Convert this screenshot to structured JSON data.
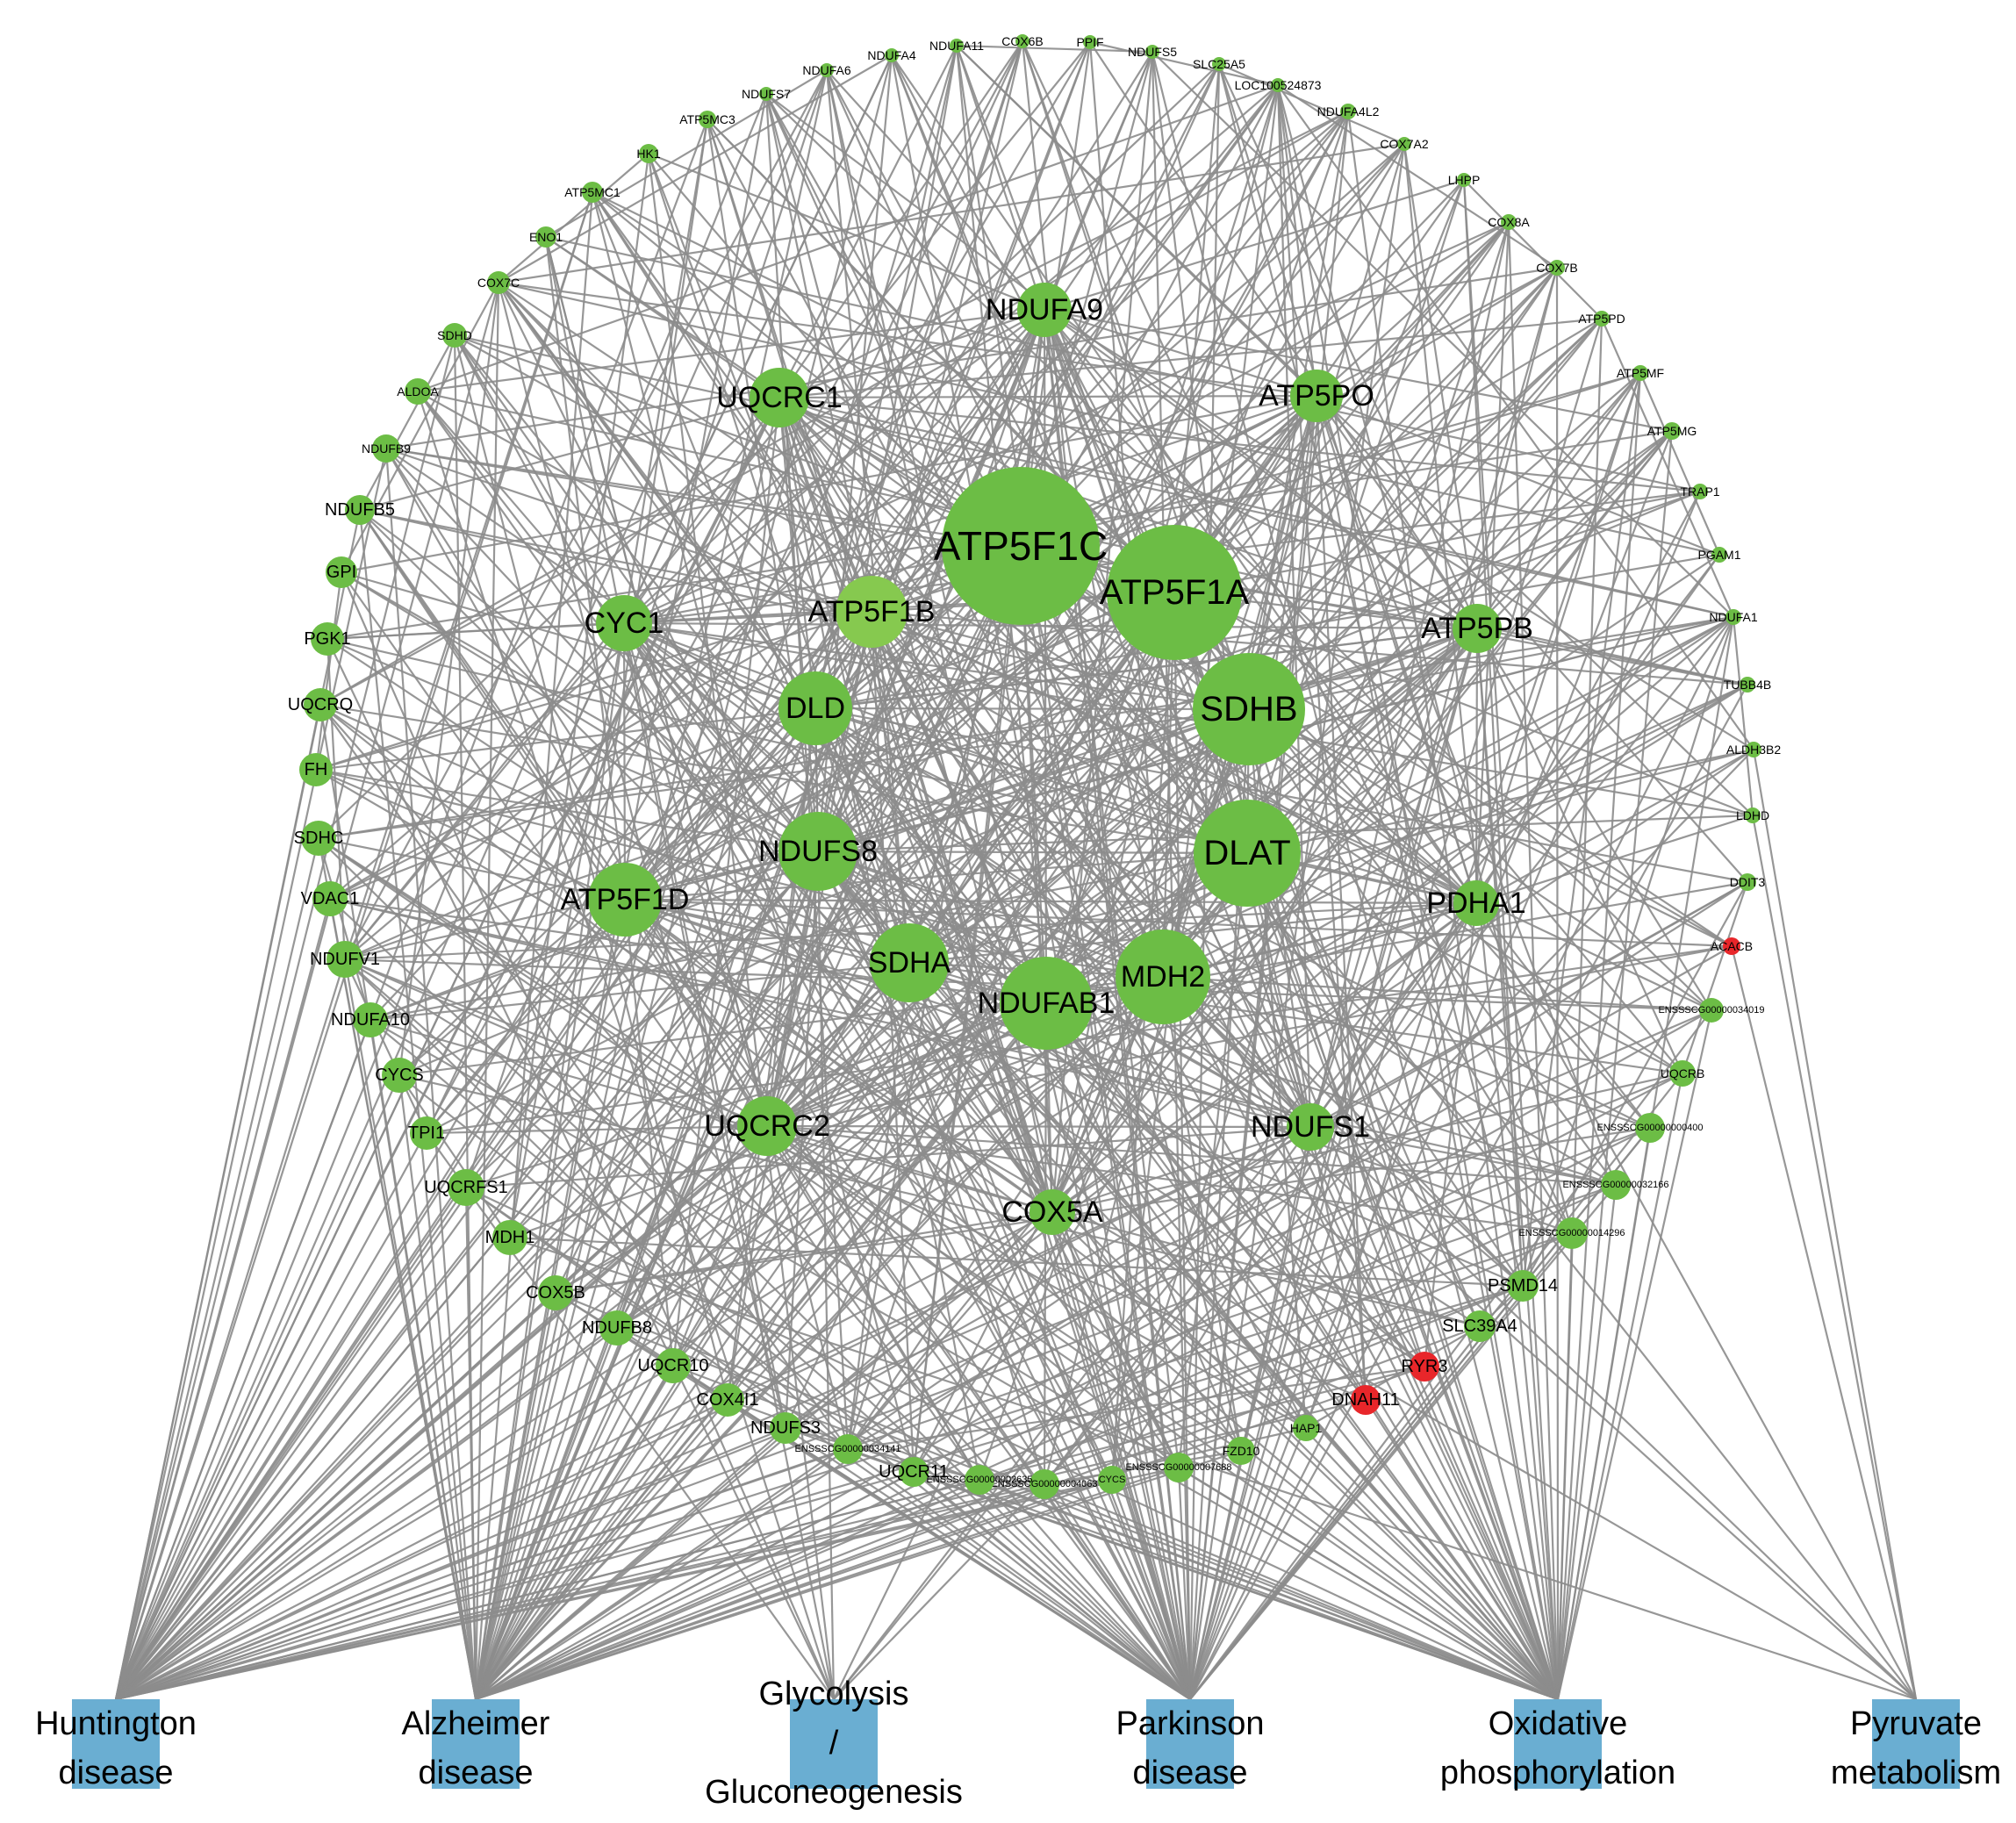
{
  "colors": {
    "gene": "#6cbd45",
    "gene_light": "#86c94f",
    "highlight": "#e8262a",
    "pathway": "#6aaed2",
    "edge": "#8c8c8c"
  },
  "pathways": [
    {
      "id": "huntington",
      "lines": [
        "Huntington",
        "disease"
      ]
    },
    {
      "id": "alzheimer",
      "lines": [
        "Alzheimer",
        "disease"
      ]
    },
    {
      "id": "glycolysis",
      "lines": [
        "Glycolysis",
        "/",
        "Gluconeogenesis"
      ]
    },
    {
      "id": "parkinson",
      "lines": [
        "Parkinson",
        "disease"
      ]
    },
    {
      "id": "oxphos",
      "lines": [
        "Oxidative",
        "phosphorylation"
      ]
    },
    {
      "id": "pyruvate",
      "lines": [
        "Pyruvate",
        "metabolism"
      ]
    }
  ],
  "nodes": [
    {
      "label": "ATP5F1C",
      "type": "hub",
      "links": [
        "huntington",
        "alzheimer",
        "parkinson",
        "oxphos"
      ]
    },
    {
      "label": "ATP5F1A",
      "type": "hub",
      "links": [
        "huntington",
        "alzheimer",
        "parkinson",
        "oxphos"
      ]
    },
    {
      "label": "SDHB",
      "type": "hub",
      "links": [
        "huntington",
        "alzheimer",
        "parkinson",
        "oxphos"
      ]
    },
    {
      "label": "DLAT",
      "type": "hub",
      "links": [
        "glycolysis",
        "pyruvate"
      ]
    },
    {
      "label": "NDUFAB1",
      "type": "hub",
      "links": [
        "huntington",
        "alzheimer",
        "parkinson",
        "oxphos"
      ]
    },
    {
      "label": "MDH2",
      "type": "hub",
      "links": [
        "pyruvate"
      ]
    },
    {
      "label": "NDUFS8",
      "type": "hub",
      "links": [
        "huntington",
        "alzheimer",
        "parkinson",
        "oxphos"
      ]
    },
    {
      "label": "ATP5F1D",
      "type": "hub",
      "links": [
        "huntington",
        "alzheimer",
        "parkinson",
        "oxphos"
      ]
    },
    {
      "label": "SDHA",
      "type": "hub",
      "links": [
        "huntington",
        "alzheimer",
        "parkinson",
        "oxphos"
      ]
    },
    {
      "label": "DLD",
      "type": "hub",
      "links": [
        "glycolysis",
        "pyruvate"
      ]
    },
    {
      "label": "ATP5F1B",
      "type": "hub-light",
      "links": [
        "huntington",
        "alzheimer",
        "parkinson",
        "oxphos"
      ]
    },
    {
      "label": "CYC1",
      "type": "hub",
      "links": [
        "huntington",
        "alzheimer",
        "parkinson",
        "oxphos"
      ]
    },
    {
      "label": "UQCRC1",
      "type": "hub",
      "links": [
        "huntington",
        "alzheimer",
        "parkinson",
        "oxphos"
      ]
    },
    {
      "label": "NDUFA9",
      "type": "hub",
      "links": [
        "huntington",
        "alzheimer",
        "parkinson",
        "oxphos"
      ]
    },
    {
      "label": "ATP5PO",
      "type": "hub",
      "links": [
        "huntington",
        "alzheimer",
        "parkinson",
        "oxphos"
      ]
    },
    {
      "label": "ATP5PB",
      "type": "hub",
      "links": [
        "huntington",
        "alzheimer",
        "parkinson",
        "oxphos"
      ]
    },
    {
      "label": "PDHA1",
      "type": "hub",
      "links": [
        "glycolysis",
        "pyruvate"
      ]
    },
    {
      "label": "UQCRC2",
      "type": "hub",
      "links": [
        "huntington",
        "alzheimer",
        "parkinson",
        "oxphos"
      ]
    },
    {
      "label": "COX5A",
      "type": "hub",
      "links": [
        "huntington",
        "alzheimer",
        "parkinson",
        "oxphos"
      ]
    },
    {
      "label": "NDUFS1",
      "type": "hub",
      "links": [
        "huntington",
        "alzheimer",
        "parkinson",
        "oxphos"
      ]
    },
    {
      "label": "NDUFS7",
      "type": "ring",
      "links": [
        "huntington",
        "alzheimer",
        "parkinson",
        "oxphos"
      ]
    },
    {
      "label": "NDUFA6",
      "type": "ring",
      "links": [
        "huntington",
        "alzheimer",
        "parkinson",
        "oxphos"
      ]
    },
    {
      "label": "NDUFA4",
      "type": "ring",
      "links": [
        "huntington",
        "alzheimer",
        "parkinson",
        "oxphos"
      ]
    },
    {
      "label": "NDUFA11",
      "type": "ring",
      "links": [
        "huntington",
        "alzheimer",
        "parkinson",
        "oxphos"
      ]
    },
    {
      "label": "COX6B",
      "type": "ring",
      "links": [
        "huntington",
        "alzheimer",
        "parkinson",
        "oxphos"
      ]
    },
    {
      "label": "PPIF",
      "type": "ring",
      "links": [
        "huntington",
        "alzheimer"
      ]
    },
    {
      "label": "NDUFS5",
      "type": "ring",
      "links": [
        "huntington",
        "alzheimer",
        "parkinson",
        "oxphos"
      ]
    },
    {
      "label": "SLC25A5",
      "type": "ring",
      "links": [
        "huntington",
        "alzheimer",
        "parkinson"
      ]
    },
    {
      "label": "LOC100524873",
      "type": "ring",
      "links": [
        "huntington",
        "oxphos"
      ]
    },
    {
      "label": "NDUFA4L2",
      "type": "ring",
      "links": [
        "huntington",
        "alzheimer",
        "parkinson",
        "oxphos"
      ]
    },
    {
      "label": "COX7A2",
      "type": "ring",
      "links": [
        "huntington",
        "alzheimer",
        "parkinson",
        "oxphos"
      ]
    },
    {
      "label": "LHPP",
      "type": "ring",
      "links": [
        "oxphos"
      ]
    },
    {
      "label": "COX8A",
      "type": "ring",
      "links": [
        "huntington",
        "alzheimer",
        "parkinson",
        "oxphos"
      ]
    },
    {
      "label": "COX7B",
      "type": "ring",
      "links": [
        "huntington",
        "alzheimer",
        "parkinson",
        "oxphos"
      ]
    },
    {
      "label": "ATP5PD",
      "type": "ring",
      "links": [
        "huntington",
        "alzheimer",
        "parkinson",
        "oxphos"
      ]
    },
    {
      "label": "ATP5MF",
      "type": "ring",
      "links": [
        "huntington",
        "alzheimer",
        "parkinson",
        "oxphos"
      ]
    },
    {
      "label": "ATP5MG",
      "type": "ring",
      "links": [
        "huntington",
        "alzheimer",
        "parkinson",
        "oxphos"
      ]
    },
    {
      "label": "TRAP1",
      "type": "ring",
      "links": [
        "parkinson"
      ]
    },
    {
      "label": "PGAM1",
      "type": "ring",
      "links": [
        "glycolysis"
      ]
    },
    {
      "label": "NDUFA1",
      "type": "ring",
      "links": [
        "huntington",
        "alzheimer",
        "parkinson",
        "oxphos"
      ]
    },
    {
      "label": "TUBB4B",
      "type": "ring",
      "links": [
        "huntington",
        "parkinson"
      ]
    },
    {
      "label": "ALDH3B2",
      "type": "ring",
      "links": [
        "glycolysis",
        "pyruvate"
      ]
    },
    {
      "label": "LDHD",
      "type": "ring",
      "links": [
        "pyruvate"
      ]
    },
    {
      "label": "DDIT3",
      "type": "ring",
      "links": [
        "alzheimer"
      ]
    },
    {
      "label": "ACACB",
      "type": "ring-red",
      "links": [
        "pyruvate"
      ]
    },
    {
      "label": "ENSSSCG00000034019",
      "type": "ring",
      "links": [
        "huntington",
        "alzheimer",
        "parkinson",
        "oxphos"
      ]
    },
    {
      "label": "UQCRB",
      "type": "ring",
      "links": [
        "huntington",
        "alzheimer",
        "parkinson",
        "oxphos"
      ]
    },
    {
      "label": "ENSSSCG00000000400",
      "type": "ring",
      "links": [
        "huntington",
        "alzheimer",
        "parkinson",
        "oxphos"
      ]
    },
    {
      "label": "ENSSSCG00000032166",
      "type": "ring",
      "links": [
        "huntington",
        "alzheimer",
        "parkinson",
        "oxphos"
      ]
    },
    {
      "label": "ENSSSCG00000014296",
      "type": "ring",
      "links": [
        "huntington",
        "alzheimer",
        "parkinson",
        "oxphos"
      ]
    },
    {
      "label": "PSMD14",
      "type": "ring",
      "links": [
        "huntington",
        "alzheimer",
        "parkinson"
      ]
    },
    {
      "label": "SLC39A4",
      "type": "ring",
      "links": [
        "alzheimer"
      ]
    },
    {
      "label": "RYR3",
      "type": "ring-red",
      "links": [
        "huntington",
        "alzheimer"
      ]
    },
    {
      "label": "DNAH11",
      "type": "ring-red",
      "links": [
        "huntington"
      ]
    },
    {
      "label": "HAP1",
      "type": "ring",
      "links": [
        "huntington"
      ]
    },
    {
      "label": "FZD10",
      "type": "ring",
      "links": [
        "alzheimer"
      ]
    },
    {
      "label": "ENSSSCG00000007688",
      "type": "ring",
      "links": [
        "huntington",
        "alzheimer",
        "parkinson",
        "oxphos"
      ]
    },
    {
      "label": "CYCS",
      "type": "ring-small",
      "links": [
        "huntington",
        "alzheimer",
        "parkinson"
      ]
    },
    {
      "label": "ENSSSCG00000004063",
      "type": "ring",
      "links": [
        "huntington",
        "alzheimer",
        "parkinson",
        "oxphos"
      ]
    },
    {
      "label": "ENSSSCG00000002635",
      "type": "ring",
      "links": [
        "huntington",
        "alzheimer",
        "parkinson",
        "oxphos"
      ]
    },
    {
      "label": "UQCR11",
      "type": "ring",
      "links": [
        "huntington",
        "alzheimer",
        "parkinson",
        "oxphos"
      ]
    },
    {
      "label": "ENSSSCG00000034141",
      "type": "ring",
      "links": [
        "huntington",
        "alzheimer",
        "parkinson",
        "oxphos"
      ]
    },
    {
      "label": "NDUFS3",
      "type": "ring",
      "links": [
        "huntington",
        "alzheimer",
        "parkinson",
        "oxphos"
      ]
    },
    {
      "label": "COX4I1",
      "type": "ring",
      "links": [
        "huntington",
        "alzheimer",
        "parkinson",
        "oxphos"
      ]
    },
    {
      "label": "UQCR10",
      "type": "ring",
      "links": [
        "huntington",
        "alzheimer",
        "parkinson",
        "oxphos"
      ]
    },
    {
      "label": "NDUFB8",
      "type": "ring",
      "links": [
        "huntington",
        "alzheimer",
        "parkinson",
        "oxphos"
      ]
    },
    {
      "label": "COX5B",
      "type": "ring",
      "links": [
        "huntington",
        "alzheimer",
        "parkinson",
        "oxphos"
      ]
    },
    {
      "label": "MDH1",
      "type": "ring",
      "links": [
        "pyruvate"
      ]
    },
    {
      "label": "UQCRFS1",
      "type": "ring",
      "links": [
        "huntington",
        "alzheimer",
        "parkinson",
        "oxphos"
      ]
    },
    {
      "label": "TPI1",
      "type": "ring",
      "links": [
        "glycolysis"
      ]
    },
    {
      "label": "CYCS",
      "type": "ring",
      "links": [
        "huntington",
        "alzheimer",
        "parkinson"
      ]
    },
    {
      "label": "NDUFA10",
      "type": "ring",
      "links": [
        "huntington",
        "alzheimer",
        "parkinson",
        "oxphos"
      ]
    },
    {
      "label": "NDUFV1",
      "type": "ring",
      "links": [
        "huntington",
        "alzheimer",
        "parkinson",
        "oxphos"
      ]
    },
    {
      "label": "VDAC1",
      "type": "ring",
      "links": [
        "huntington",
        "alzheimer",
        "parkinson"
      ]
    },
    {
      "label": "SDHC",
      "type": "ring",
      "links": [
        "huntington",
        "alzheimer",
        "parkinson",
        "oxphos"
      ]
    },
    {
      "label": "FH",
      "type": "ring",
      "links": [
        "pyruvate"
      ]
    },
    {
      "label": "UQCRQ",
      "type": "ring",
      "links": [
        "huntington",
        "alzheimer",
        "parkinson",
        "oxphos"
      ]
    },
    {
      "label": "PGK1",
      "type": "ring",
      "links": [
        "glycolysis"
      ]
    },
    {
      "label": "GPI",
      "type": "ring",
      "links": [
        "glycolysis"
      ]
    },
    {
      "label": "NDUFB5",
      "type": "ring",
      "links": [
        "huntington",
        "alzheimer",
        "parkinson",
        "oxphos"
      ]
    },
    {
      "label": "NDUFB9",
      "type": "ring",
      "links": [
        "huntington",
        "alzheimer",
        "parkinson",
        "oxphos"
      ]
    },
    {
      "label": "ALDOA",
      "type": "ring",
      "links": [
        "glycolysis"
      ]
    },
    {
      "label": "SDHD",
      "type": "ring",
      "links": [
        "huntington",
        "alzheimer",
        "parkinson",
        "oxphos"
      ]
    },
    {
      "label": "COX7C",
      "type": "ring",
      "links": [
        "huntington",
        "alzheimer",
        "parkinson",
        "oxphos"
      ]
    },
    {
      "label": "ENO1",
      "type": "ring",
      "links": [
        "glycolysis"
      ]
    },
    {
      "label": "ATP5MC1",
      "type": "ring",
      "links": [
        "huntington",
        "alzheimer",
        "parkinson",
        "oxphos"
      ]
    },
    {
      "label": "HK1",
      "type": "ring",
      "links": [
        "glycolysis"
      ]
    },
    {
      "label": "ATP5MC3",
      "type": "ring",
      "links": [
        "huntington",
        "alzheimer",
        "parkinson",
        "oxphos"
      ]
    }
  ]
}
